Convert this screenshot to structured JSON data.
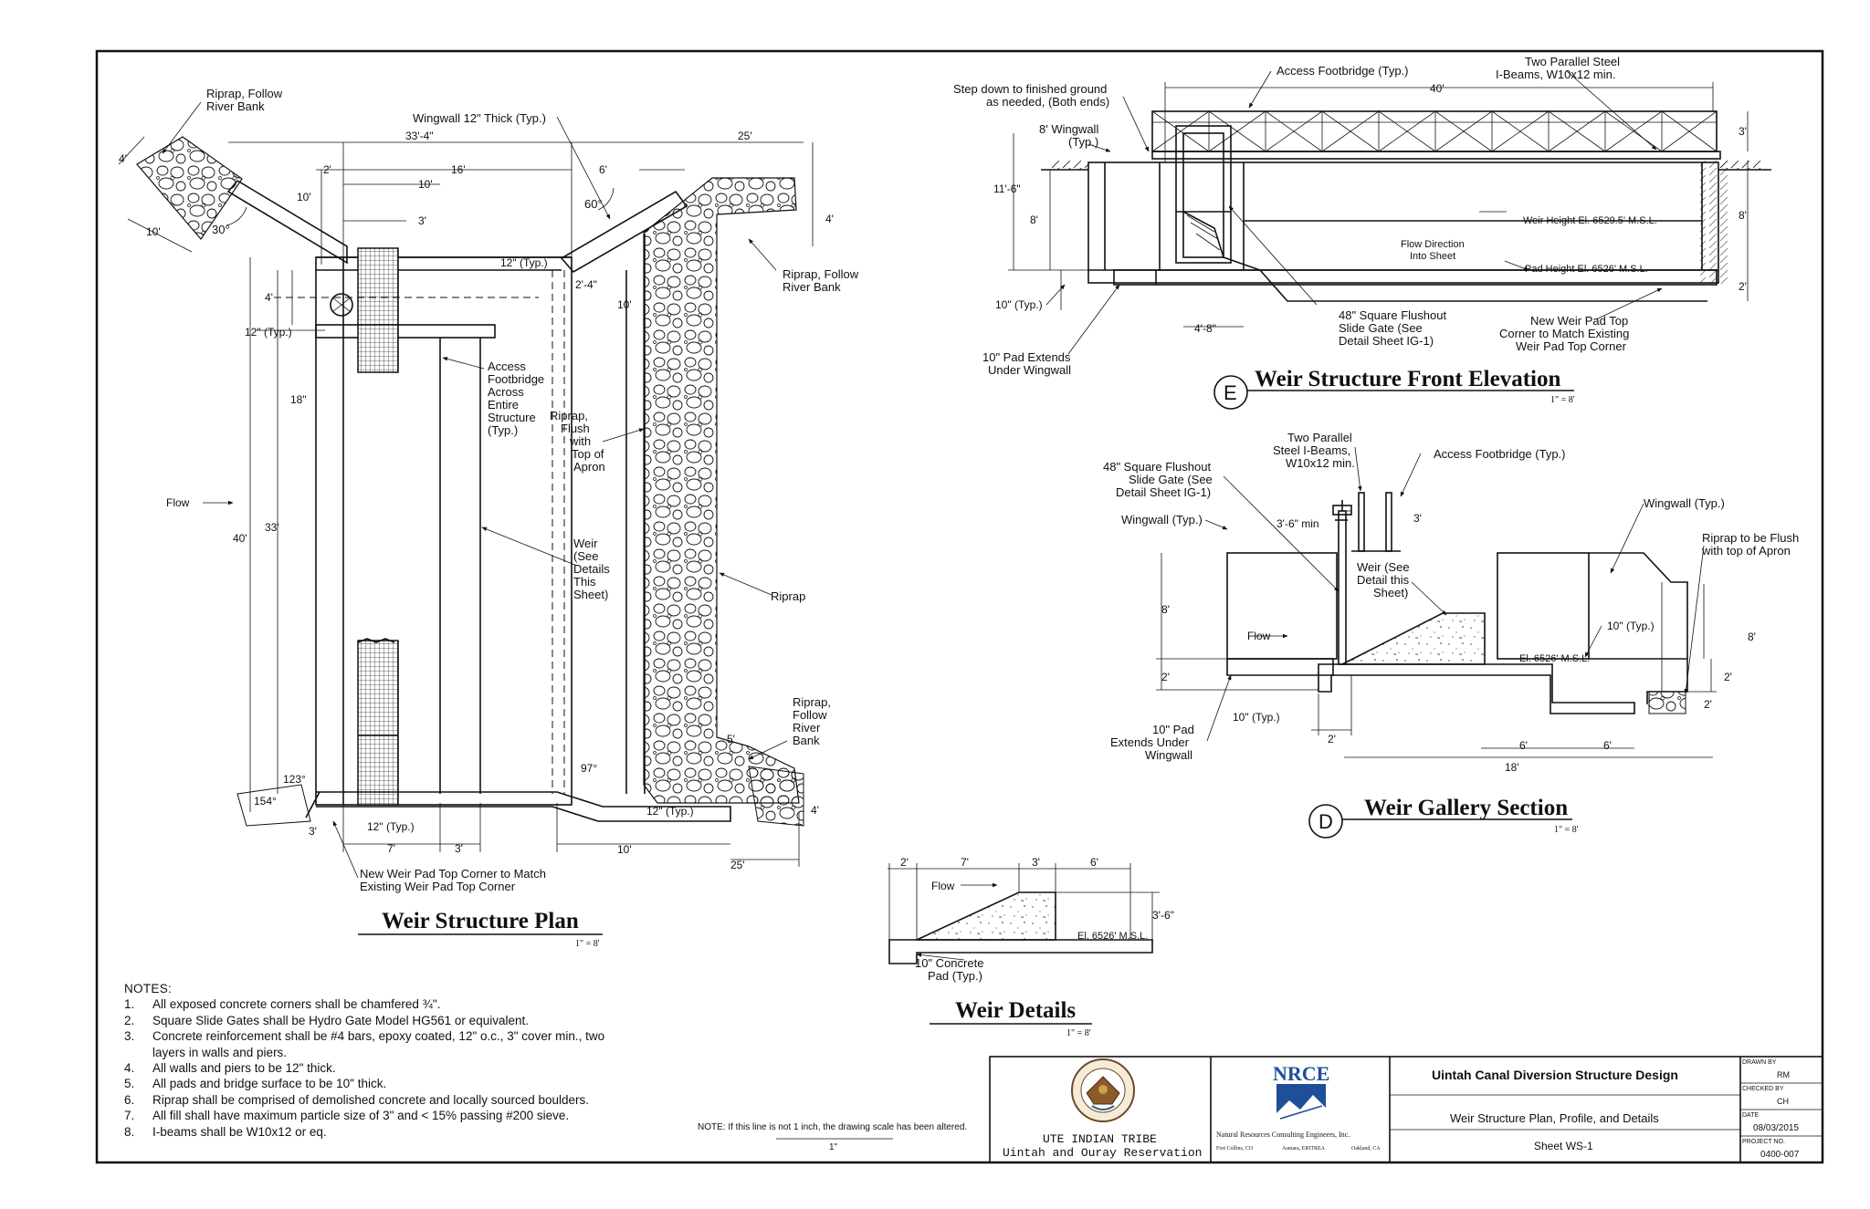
{
  "plan": {
    "title": "Weir Structure Plan",
    "scale": "1\" = 8'",
    "callouts": {
      "riprap_follow_bank_1": "Riprap, Follow River Bank",
      "wingwall_thick": "Wingwall 12\" Thick (Typ.)",
      "riprap_follow_bank_2": "Riprap, Follow River Bank",
      "access_footbridge": "Access Footbridge Across Entire Structure (Typ.)",
      "riprap_flush": "Riprap, Flush with Top of Apron",
      "weir_see_details": "Weir (See Details This Sheet)",
      "riprap": "Riprap",
      "riprap_follow_bank_3": "Riprap, Follow River Bank",
      "new_weir_pad": "New Weir Pad Top Corner to Match Existing Weir Pad Top Corner",
      "flow": "Flow"
    },
    "dims": [
      "33'-4\"",
      "16'",
      "25'",
      "2'",
      "10'",
      "6'",
      "60°",
      "10'",
      "3'",
      "4'",
      "10'",
      "30°",
      "4'",
      "12\" (Typ.)",
      "2'-4\"",
      "10'",
      "12\" (Typ.)",
      "18\"",
      "40'",
      "33'",
      "123°",
      "154°",
      "3'",
      "12\" (Typ.)",
      "7'",
      "3'",
      "97°",
      "5'",
      "12\" (Typ.)",
      "10'",
      "25'",
      "4'",
      "4'"
    ]
  },
  "front_elevation": {
    "marker": "E",
    "title": "Weir Structure Front Elevation",
    "scale": "1\" = 8'",
    "callouts": {
      "step_down": "Step down to finished ground as needed, (Both ends)",
      "access_footbridge": "Access Footbridge (Typ.)",
      "two_beams": "Two Parallel Steel I-Beams, W10x12  min.",
      "wingwall_8": "8' Wingwall (Typ.)",
      "weir_height": "Weir Height El. 6529.5' M.S.L.",
      "flow_direction": "Flow Direction Into Sheet",
      "pad_height": "Pad Height El. 6526' M.S.L.",
      "square_gate": "48\" Square Flushout Slide Gate (See Detail Sheet IG-1)",
      "new_weir_pad": "New Weir Pad Top Corner to Match Existing Weir Pad Top Corner",
      "pad_extends": "10\" Pad Extends Under Wingwall"
    },
    "dims": [
      "40'",
      "3'",
      "11'-6\"",
      "8'",
      "8'",
      "2'",
      "10\" (Typ.)",
      "4'-8\""
    ]
  },
  "gallery_section": {
    "marker": "D",
    "title": "Weir Gallery Section",
    "scale": "1\" = 8'",
    "callouts": {
      "two_beams": "Two Parallel Steel I-Beams, W10x12 min.",
      "access_footbridge": "Access Footbridge (Typ.)",
      "square_gate": "48\" Square Flushout Slide Gate (See Detail Sheet IG-1)",
      "wingwall_left": "Wingwall (Typ.)",
      "wingwall_right": "Wingwall (Typ.)",
      "riprap_flush": "Riprap to be Flush with top of Apron",
      "weir_see_detail": "Weir (See Detail this Sheet)",
      "flow": "Flow",
      "el": "El. 6526' M.S.L.",
      "pad_extends": "10\" Pad Extends Under Wingwall"
    },
    "dims": [
      "3'-6\" min",
      "3'",
      "8'",
      "10\" (Typ.)",
      "8'",
      "2'",
      "2'",
      "2'",
      "10\" (Typ.)",
      "2'",
      "18'",
      "6'",
      "6'"
    ]
  },
  "weir_details": {
    "title": "Weir Details",
    "scale": "1\" = 8'",
    "callouts": {
      "flow": "Flow",
      "el": "El. 6526' M.S.L.",
      "pad": "10\" Concrete Pad (Typ.)"
    },
    "dims": [
      "2'",
      "7'",
      "3'",
      "6'",
      "3'-6\""
    ]
  },
  "notes": {
    "heading": "NOTES:",
    "items": [
      {
        "n": "1.",
        "t": "All exposed concrete corners shall be chamfered ¾\"."
      },
      {
        "n": "2.",
        "t": "Square Slide Gates shall be Hydro Gate Model HG561 or equivalent."
      },
      {
        "n": "3.",
        "t": "Concrete reinforcement shall be #4 bars, epoxy coated, 12\" o.c., 3\" cover min., two layers in walls and piers."
      },
      {
        "n": "4.",
        "t": "All walls and piers to be 12\" thick."
      },
      {
        "n": "5.",
        "t": "All pads and bridge surface to be 10\" thick."
      },
      {
        "n": "6.",
        "t": "Riprap shall be comprised of demolished concrete and locally sourced boulders."
      },
      {
        "n": "7.",
        "t": "All fill shall have maximum particle size of 3\" and < 15% passing #200 sieve."
      },
      {
        "n": "8.",
        "t": "I-beams shall be W10x12 or eq."
      }
    ]
  },
  "scale_note": {
    "text": "NOTE:  If this line is not 1 inch, the drawing scale has been altered.",
    "bar_label": "1\""
  },
  "title_block": {
    "tribe_line1": "UTE INDIAN TRIBE",
    "tribe_line2": "Uintah and Ouray Reservation",
    "nrce_logo": "NRCE",
    "nrce_name": "Natural Resources Consulting Engineers, Inc.",
    "nrce_offices": [
      "Fort Collins, CO",
      "Asmara, ERITREA",
      "Oakland, CA"
    ],
    "project_title": "Uintah Canal Diversion Structure Design",
    "sheet_title": "Weir Structure Plan, Profile, and Details",
    "sheet_no": "Sheet WS-1",
    "drawn_by_label": "DRAWN BY",
    "drawn_by": "RM",
    "checked_by_label": "CHECKED BY",
    "checked_by": "CH",
    "date_label": "DATE",
    "date": "08/03/2015",
    "project_no_label": "PROJECT NO.",
    "project_no": "0400-007"
  }
}
